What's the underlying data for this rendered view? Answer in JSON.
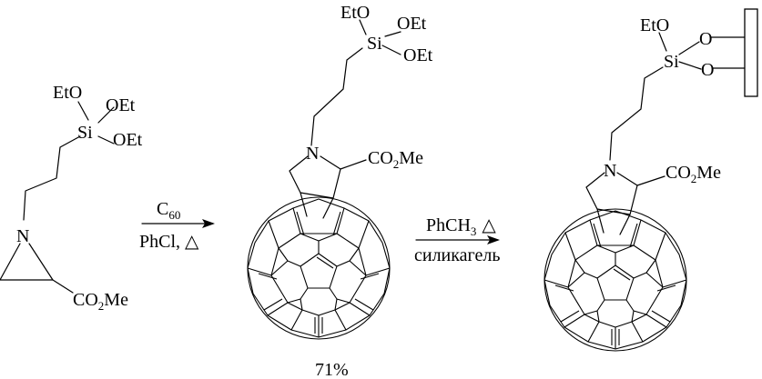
{
  "reactant": {
    "si_label": "Si",
    "n_label": "N",
    "oet_top": "EtO",
    "oet_right_1": "OEt",
    "oet_right_2": "OEt",
    "ester": "CO",
    "ester_sub": "2",
    "ester_tail": "Me"
  },
  "arrow1": {
    "above": "C",
    "above_sub": "60",
    "below": "PhCl,",
    "below_symbol": "△"
  },
  "intermediate": {
    "si_label": "Si",
    "n_label": "N",
    "oet_top": "EtO",
    "oet_right_1": "OEt",
    "oet_right_2": "OEt",
    "ester": "CO",
    "ester_sub": "2",
    "ester_tail": "Me",
    "yield": "71%"
  },
  "arrow2": {
    "above": "PhCH",
    "above_sub": "3",
    "above_symbol": "△",
    "below": "силикагель"
  },
  "product": {
    "si_label": "Si",
    "n_label": "N",
    "oet_top": "EtO",
    "o_1": "O",
    "o_2": "O",
    "ester": "CO",
    "ester_sub": "2",
    "ester_tail": "Me"
  }
}
